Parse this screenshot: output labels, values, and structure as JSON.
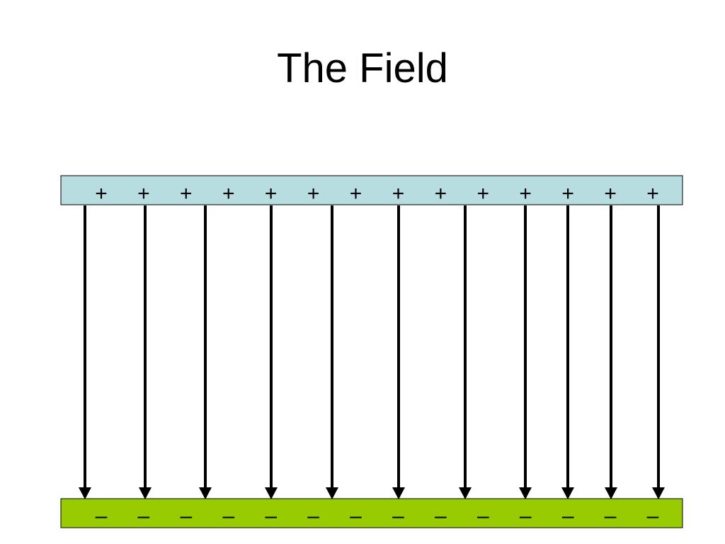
{
  "slide": {
    "title": "The Field"
  },
  "colors": {
    "positive_plate": "#b7dde1",
    "negative_plate": "#99cc00",
    "field_line": "#000000",
    "plate_border": "#000000"
  },
  "positive_plate": {
    "charge_symbol": "+",
    "charge_count": 14
  },
  "negative_plate": {
    "charge_symbol": "–",
    "charge_count": 14
  },
  "field_lines": {
    "count": 11,
    "direction": "downward"
  }
}
